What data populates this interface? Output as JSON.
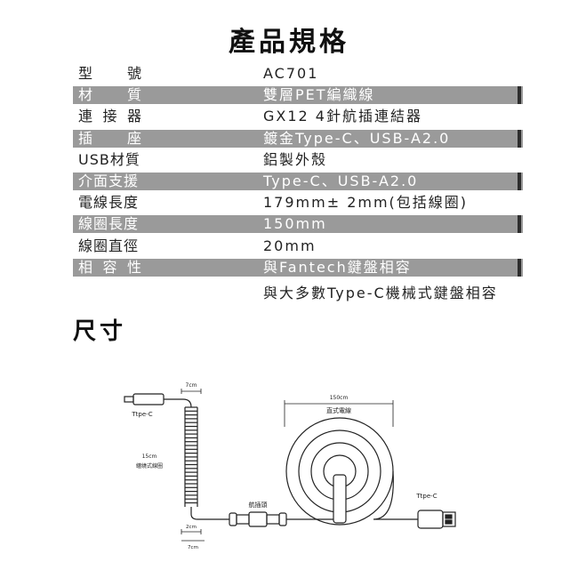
{
  "title": "產品規格",
  "specs": [
    {
      "label": "型號",
      "value": "AC701",
      "shaded": false
    },
    {
      "label": "材質",
      "value": "雙層PET編織線",
      "shaded": true
    },
    {
      "label": "連接器",
      "value": "GX12 4針航插連結器",
      "shaded": false
    },
    {
      "label": "插座",
      "value": "鍍金Type-C、USB-A2.0",
      "shaded": true
    },
    {
      "label": "USB材質",
      "value": "鋁製外殼",
      "shaded": false
    },
    {
      "label": "介面支援",
      "value": "Type-C、USB-A2.0",
      "shaded": true
    },
    {
      "label": "電線長度",
      "value": "179mm± 2mm(包括線圈)",
      "shaded": false
    },
    {
      "label": "線圈長度",
      "value": "150mm",
      "shaded": true
    },
    {
      "label": "線圈直徑",
      "value": "20mm",
      "shaded": false
    },
    {
      "label": "相容性",
      "value": "與Fantech鍵盤相容",
      "shaded": true
    }
  ],
  "specs_extra": "與大多數Type-C機械式鍵盤相容",
  "dims_title": "尺寸",
  "diagram": {
    "top_width": "7cm",
    "left_connector": "Ttpe-C",
    "coil_length": "15cm",
    "coil_label": "纏繞式線圈",
    "aviator_label": "航插頭",
    "straight_length": "150cm",
    "straight_label": "直式電線",
    "right_connector": "Ttpe-C",
    "bottom_inner": "2cm",
    "bottom_outer": "7cm"
  }
}
